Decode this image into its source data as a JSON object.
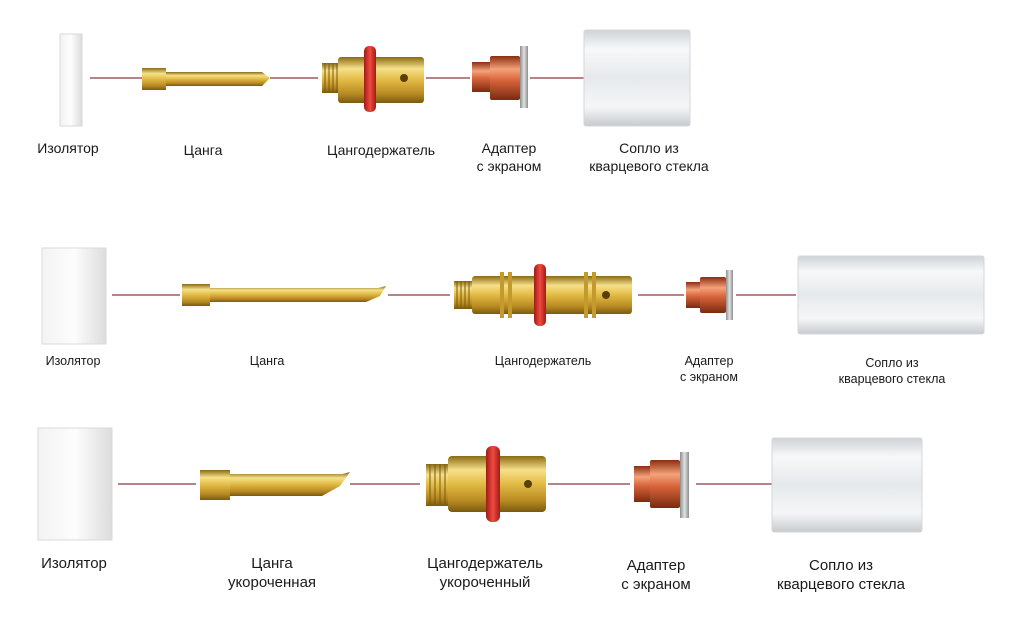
{
  "rows": [
    {
      "insulator": "Изолятор",
      "collet": [
        "Цанга"
      ],
      "holder": [
        "Цангодержатель"
      ],
      "adapter": [
        "Адаптер",
        "с экраном"
      ],
      "nozzle": [
        "Сопло из",
        "кварцевого стекла"
      ]
    },
    {
      "insulator": "Изолятор",
      "collet": [
        "Цанга"
      ],
      "holder": [
        "Цангодержатель"
      ],
      "adapter": [
        "Адаптер",
        "с экраном"
      ],
      "nozzle": [
        "Сопло из",
        "кварцевого стекла"
      ]
    },
    {
      "insulator": "Изолятор",
      "collet": [
        "Цанга",
        "укороченная"
      ],
      "holder": [
        "Цангодержатель",
        "укороченный"
      ],
      "adapter": [
        "Адаптер",
        "с экраном"
      ],
      "nozzle": [
        "Сопло из",
        "кварцевого стекла"
      ]
    }
  ],
  "colors": {
    "brass": "#d9b13c",
    "copper": "#d8643a",
    "oring": "#d8322c",
    "glass": "#e9ecef",
    "link": "#8a3a3a"
  }
}
